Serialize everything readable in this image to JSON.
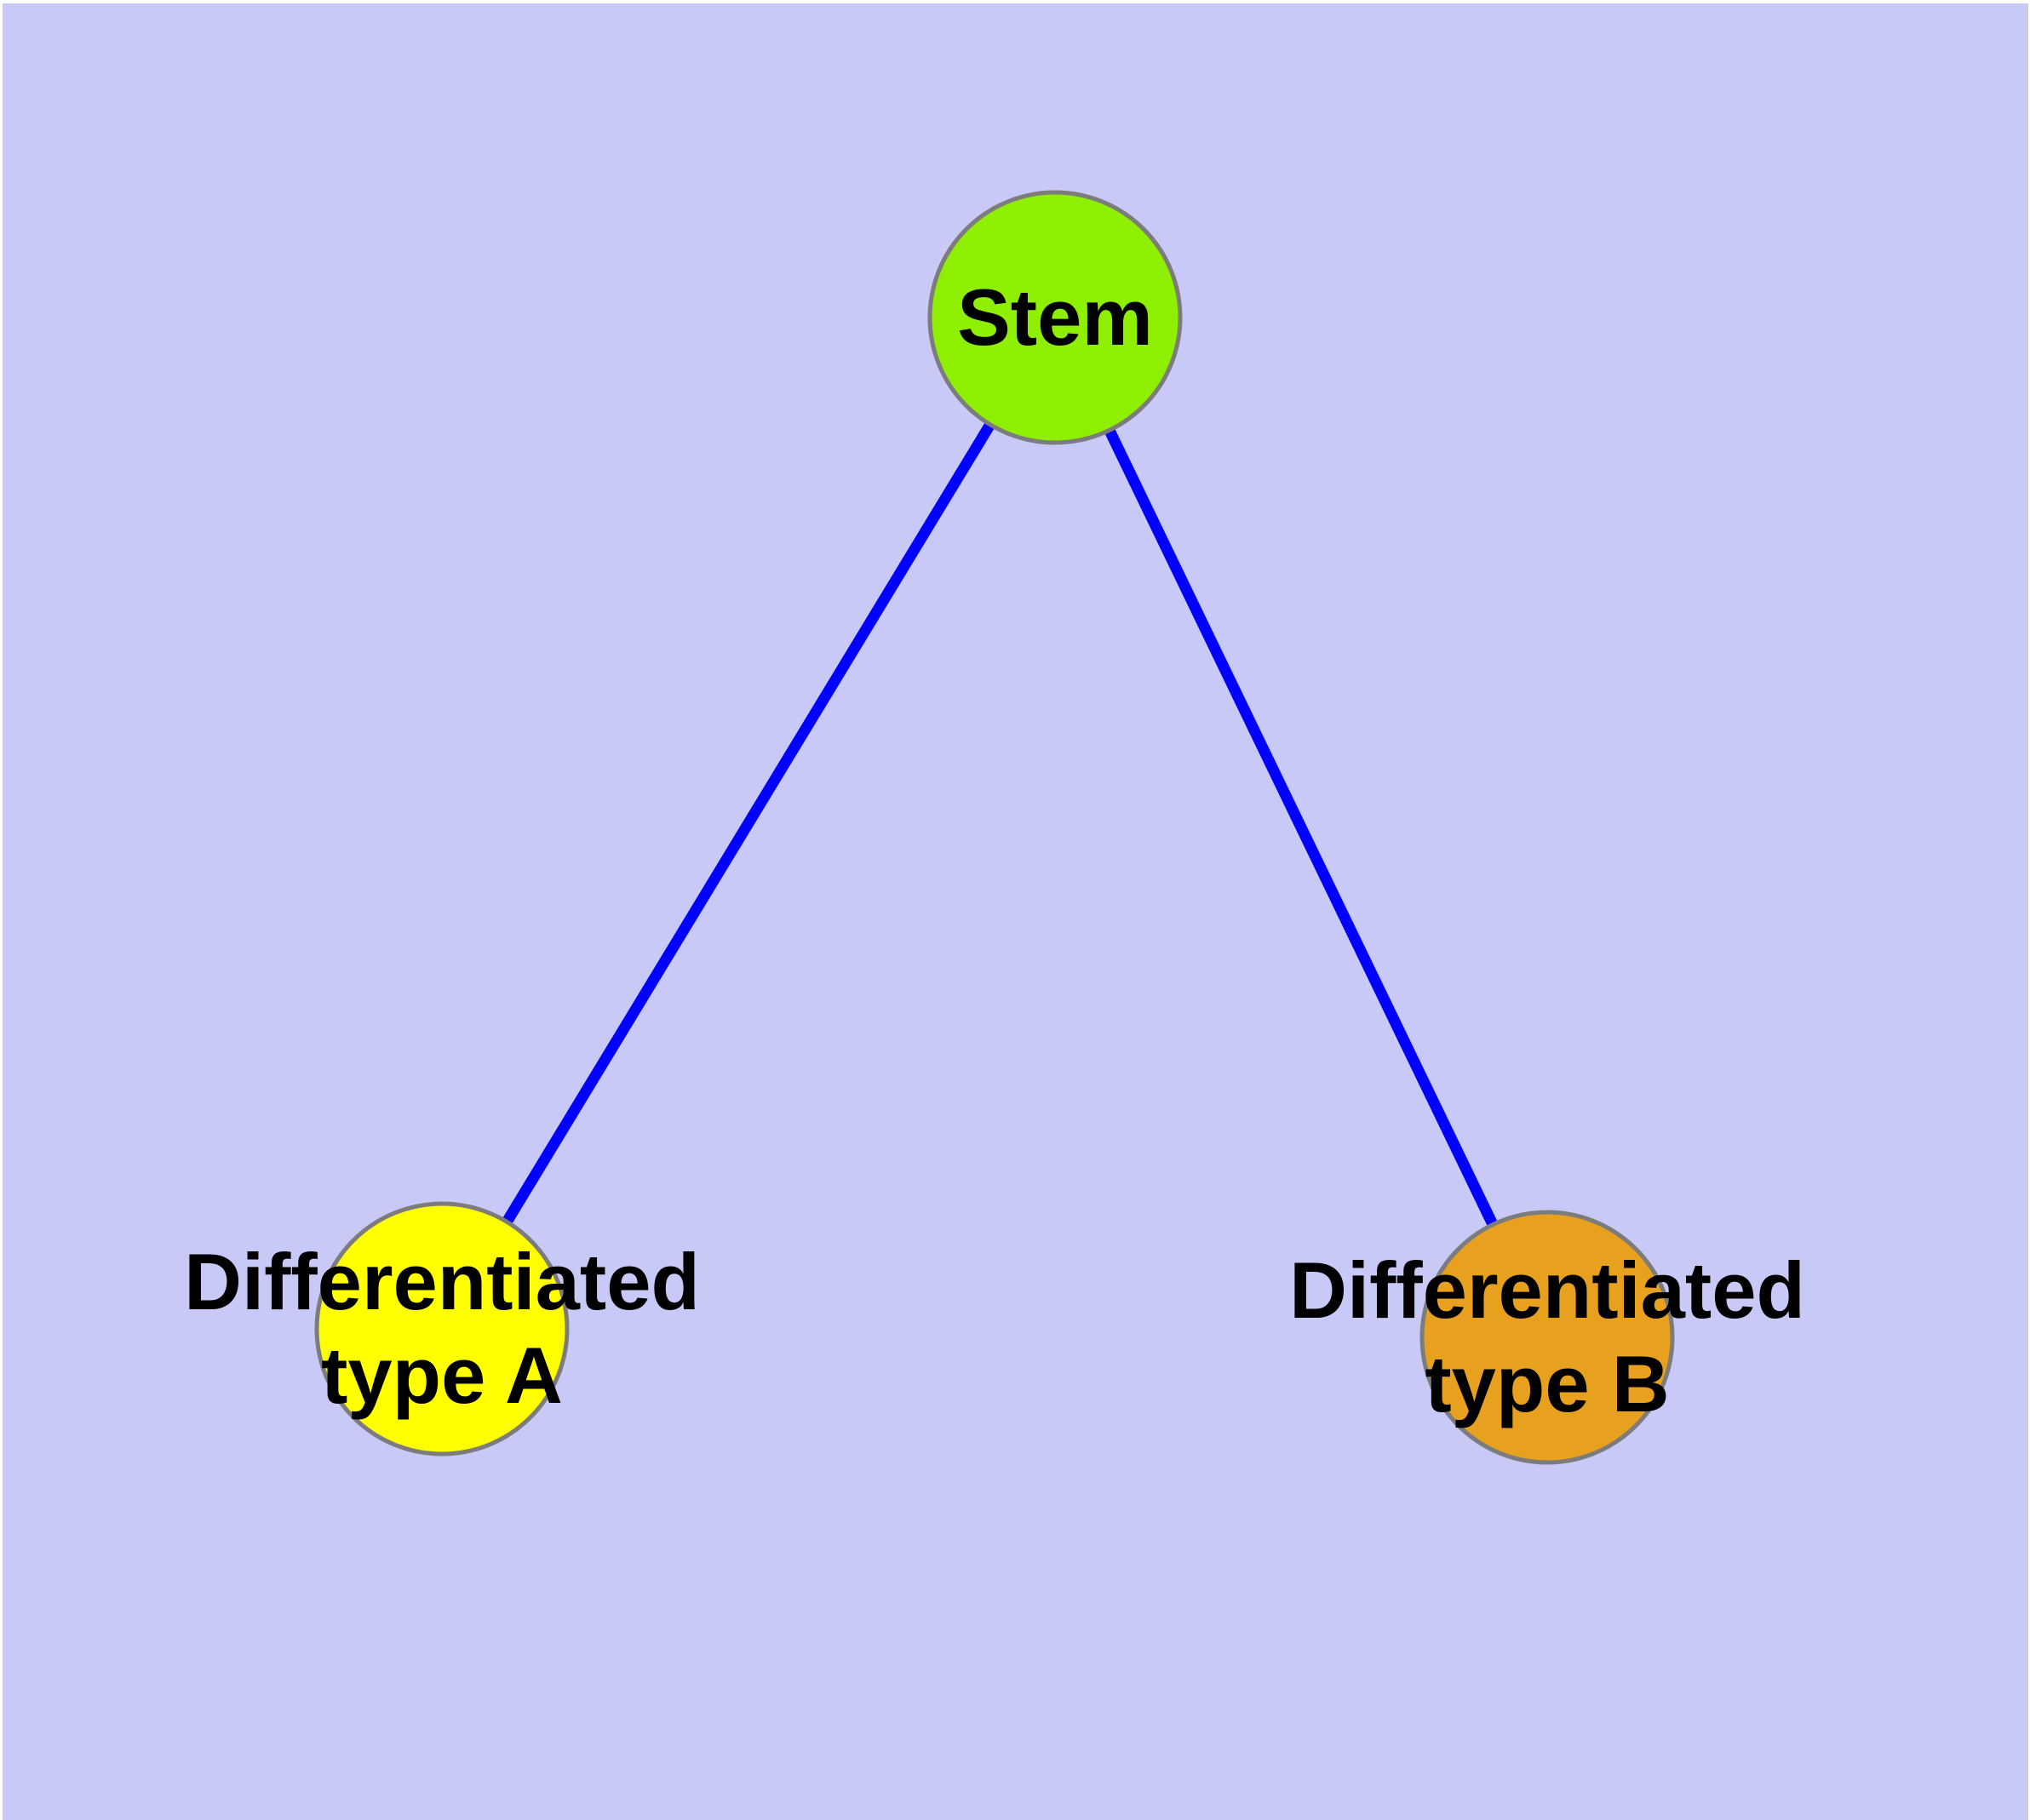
{
  "colors": {
    "canvas-bg": "#C9C9F7",
    "page-bg": "#FFFFFF",
    "edge": "#0000FF",
    "node-border": "#7C7C7C",
    "label-text": "#000000"
  },
  "diagram": {
    "type": "node-link-graph",
    "nodes": {
      "stem": {
        "label": "Stem",
        "color": "#8FEF00"
      },
      "type_a": {
        "label": "Differentiated type A",
        "lines": [
          "Differentiated",
          "type A"
        ],
        "color": "#FFFF00"
      },
      "type_b": {
        "label": "Differentiated type B",
        "lines": [
          "Differentiated",
          "type B"
        ],
        "color": "#E8A01F"
      }
    },
    "edges": [
      {
        "from": "Stem",
        "to": "Differentiated type A"
      },
      {
        "from": "Stem",
        "to": "Differentiated type B"
      }
    ]
  }
}
